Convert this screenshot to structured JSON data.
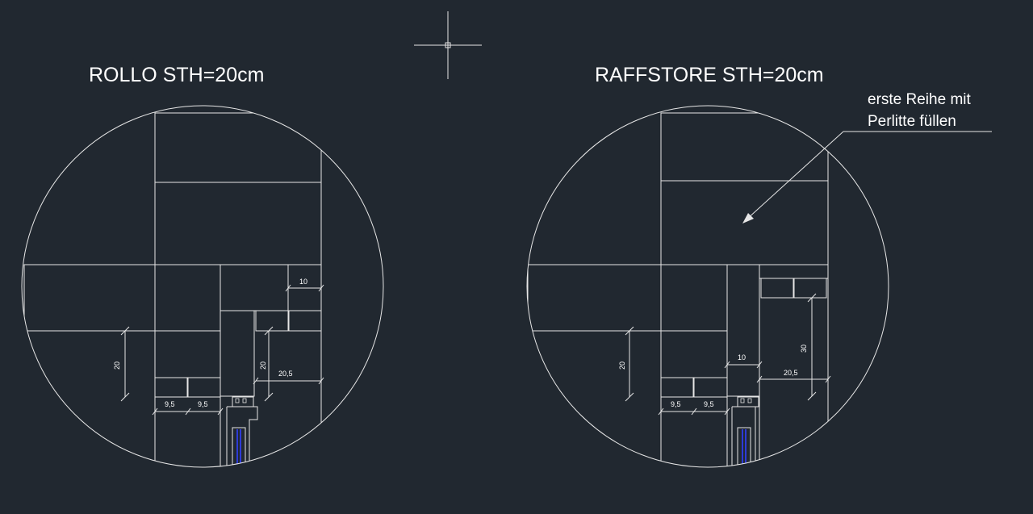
{
  "titles": {
    "left": "ROLLO STH=20cm",
    "right": "RAFFSTORE STH=20cm"
  },
  "annotation": {
    "line1": "erste Reihe mit",
    "line2": "Perlitte füllen"
  },
  "dimensions": {
    "left": {
      "d10": "10",
      "d20_lintel": "20",
      "d20_box": "20",
      "d20_5": "20,5",
      "d9_5_a": "9,5",
      "d9_5_b": "9,5"
    },
    "right": {
      "d10": "10",
      "d20_lintel": "20",
      "d30": "30",
      "d20_5": "20,5",
      "d9_5_a": "9,5",
      "d9_5_b": "9,5"
    }
  },
  "colors": {
    "background": "#212830",
    "lines": "#e6e6e6",
    "masonry_hatch": "#8a2a26",
    "insulation_hatch": "#1f7fd6",
    "brick": "#7a3e2c",
    "glass": "#2d3bd6"
  }
}
